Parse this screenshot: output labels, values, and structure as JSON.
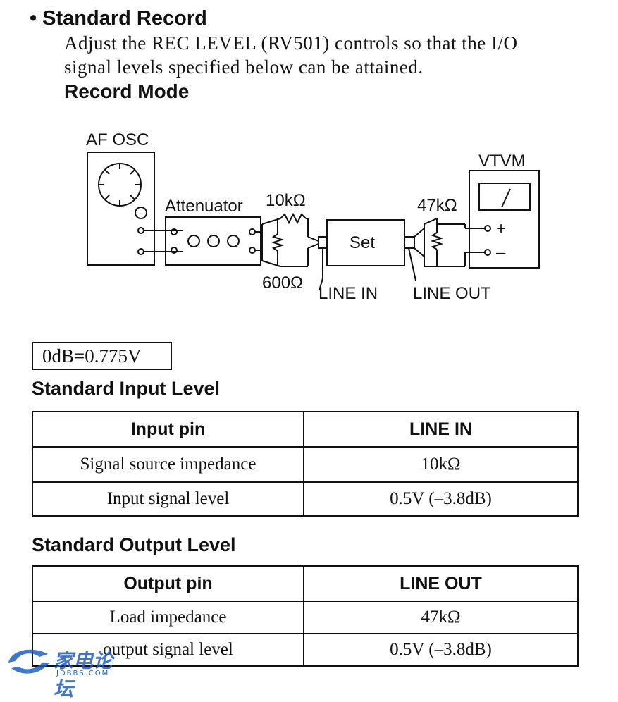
{
  "header": {
    "bullet": "•",
    "title": "Standard Record",
    "intro_line1": "Adjust the REC LEVEL (RV501) controls so that the I/O",
    "intro_line2": "signal levels specified below can be attained.",
    "mode_title": "Record Mode"
  },
  "diagram": {
    "af_osc": "AF OSC",
    "attenuator": "Attenuator",
    "r_10k": "10kΩ",
    "r_600": "600Ω",
    "set": "Set",
    "line_in": "LINE IN",
    "line_out": "LINE OUT",
    "r_47k": "47kΩ",
    "vtvm": "VTVM",
    "plus": "+",
    "minus": "–"
  },
  "reference": "0dB=0.775V",
  "input_section": {
    "title": "Standard Input Level",
    "headers": [
      "Input pin",
      "LINE IN"
    ],
    "rows": [
      [
        "Signal source impedance",
        "10kΩ"
      ],
      [
        "Input signal level",
        "0.5V (–3.8dB)"
      ]
    ]
  },
  "output_section": {
    "title": "Standard Output Level",
    "headers": [
      "Output pin",
      "LINE OUT"
    ],
    "rows": [
      [
        "Load impedance",
        "47kΩ"
      ],
      [
        "output signal level",
        "0.5V (–3.8dB)"
      ]
    ]
  },
  "watermark": {
    "text": "家电论坛",
    "sub": "JDBBS.COM"
  }
}
